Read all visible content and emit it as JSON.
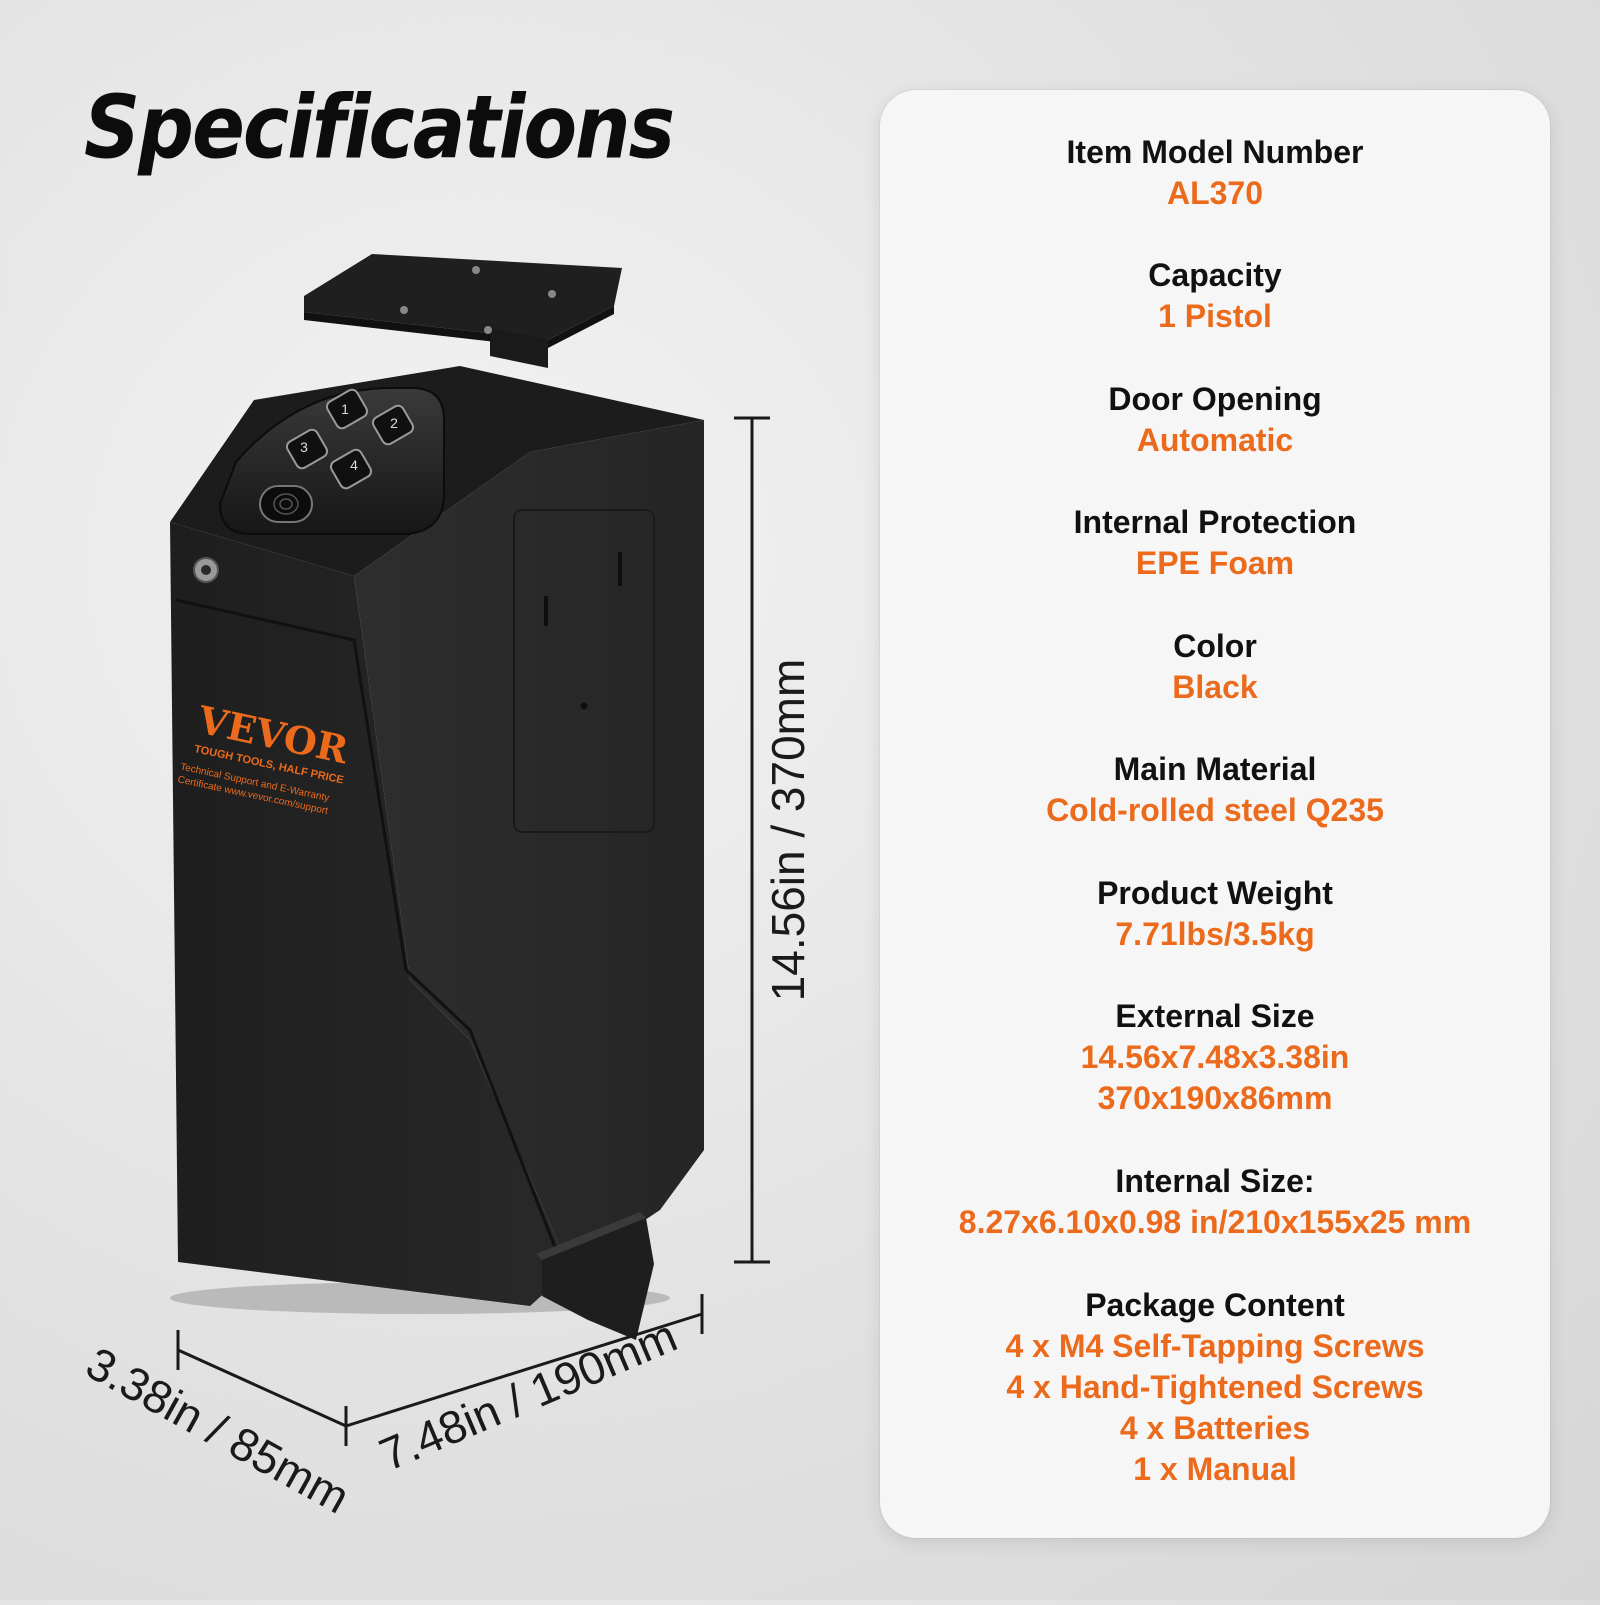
{
  "title": "Specifications",
  "product": {
    "brand": "VEVOR",
    "tagline": "TOUGH TOOLS, HALF PRICE",
    "support_line1": "Technical Support and E-Warranty",
    "support_line2": "Certificate www.vevor.com/support",
    "keypad_keys": [
      "1",
      "2",
      "3",
      "4"
    ]
  },
  "dimensions": {
    "height": "14.56in / 370mm",
    "width": "7.48in / 190mm",
    "depth": "3.38in / 85mm"
  },
  "colors": {
    "accent": "#ec6a1c",
    "label": "#111111",
    "card": "#f6f6f6",
    "safe": "#2b2b2b"
  },
  "specs": [
    {
      "label": "Item Model Number",
      "values": [
        "AL370"
      ]
    },
    {
      "label": "Capacity",
      "values": [
        "1 Pistol"
      ]
    },
    {
      "label": "Door Opening",
      "values": [
        "Automatic"
      ]
    },
    {
      "label": "Internal Protection",
      "values": [
        "EPE Foam"
      ]
    },
    {
      "label": "Color",
      "values": [
        "Black"
      ]
    },
    {
      "label": "Main Material",
      "values": [
        "Cold-rolled steel Q235"
      ]
    },
    {
      "label": "Product Weight",
      "values": [
        "7.71lbs/3.5kg"
      ]
    },
    {
      "label": "External Size",
      "values": [
        "14.56x7.48x3.38in",
        "370x190x86mm"
      ]
    },
    {
      "label": "Internal Size:",
      "values": [
        "8.27x6.10x0.98 in/210x155x25 mm"
      ]
    },
    {
      "label": "Package Content",
      "values": [
        "4 x M4 Self-Tapping Screws",
        "4 x Hand-Tightened Screws",
        "4 x Batteries",
        "1 x Manual"
      ]
    }
  ]
}
